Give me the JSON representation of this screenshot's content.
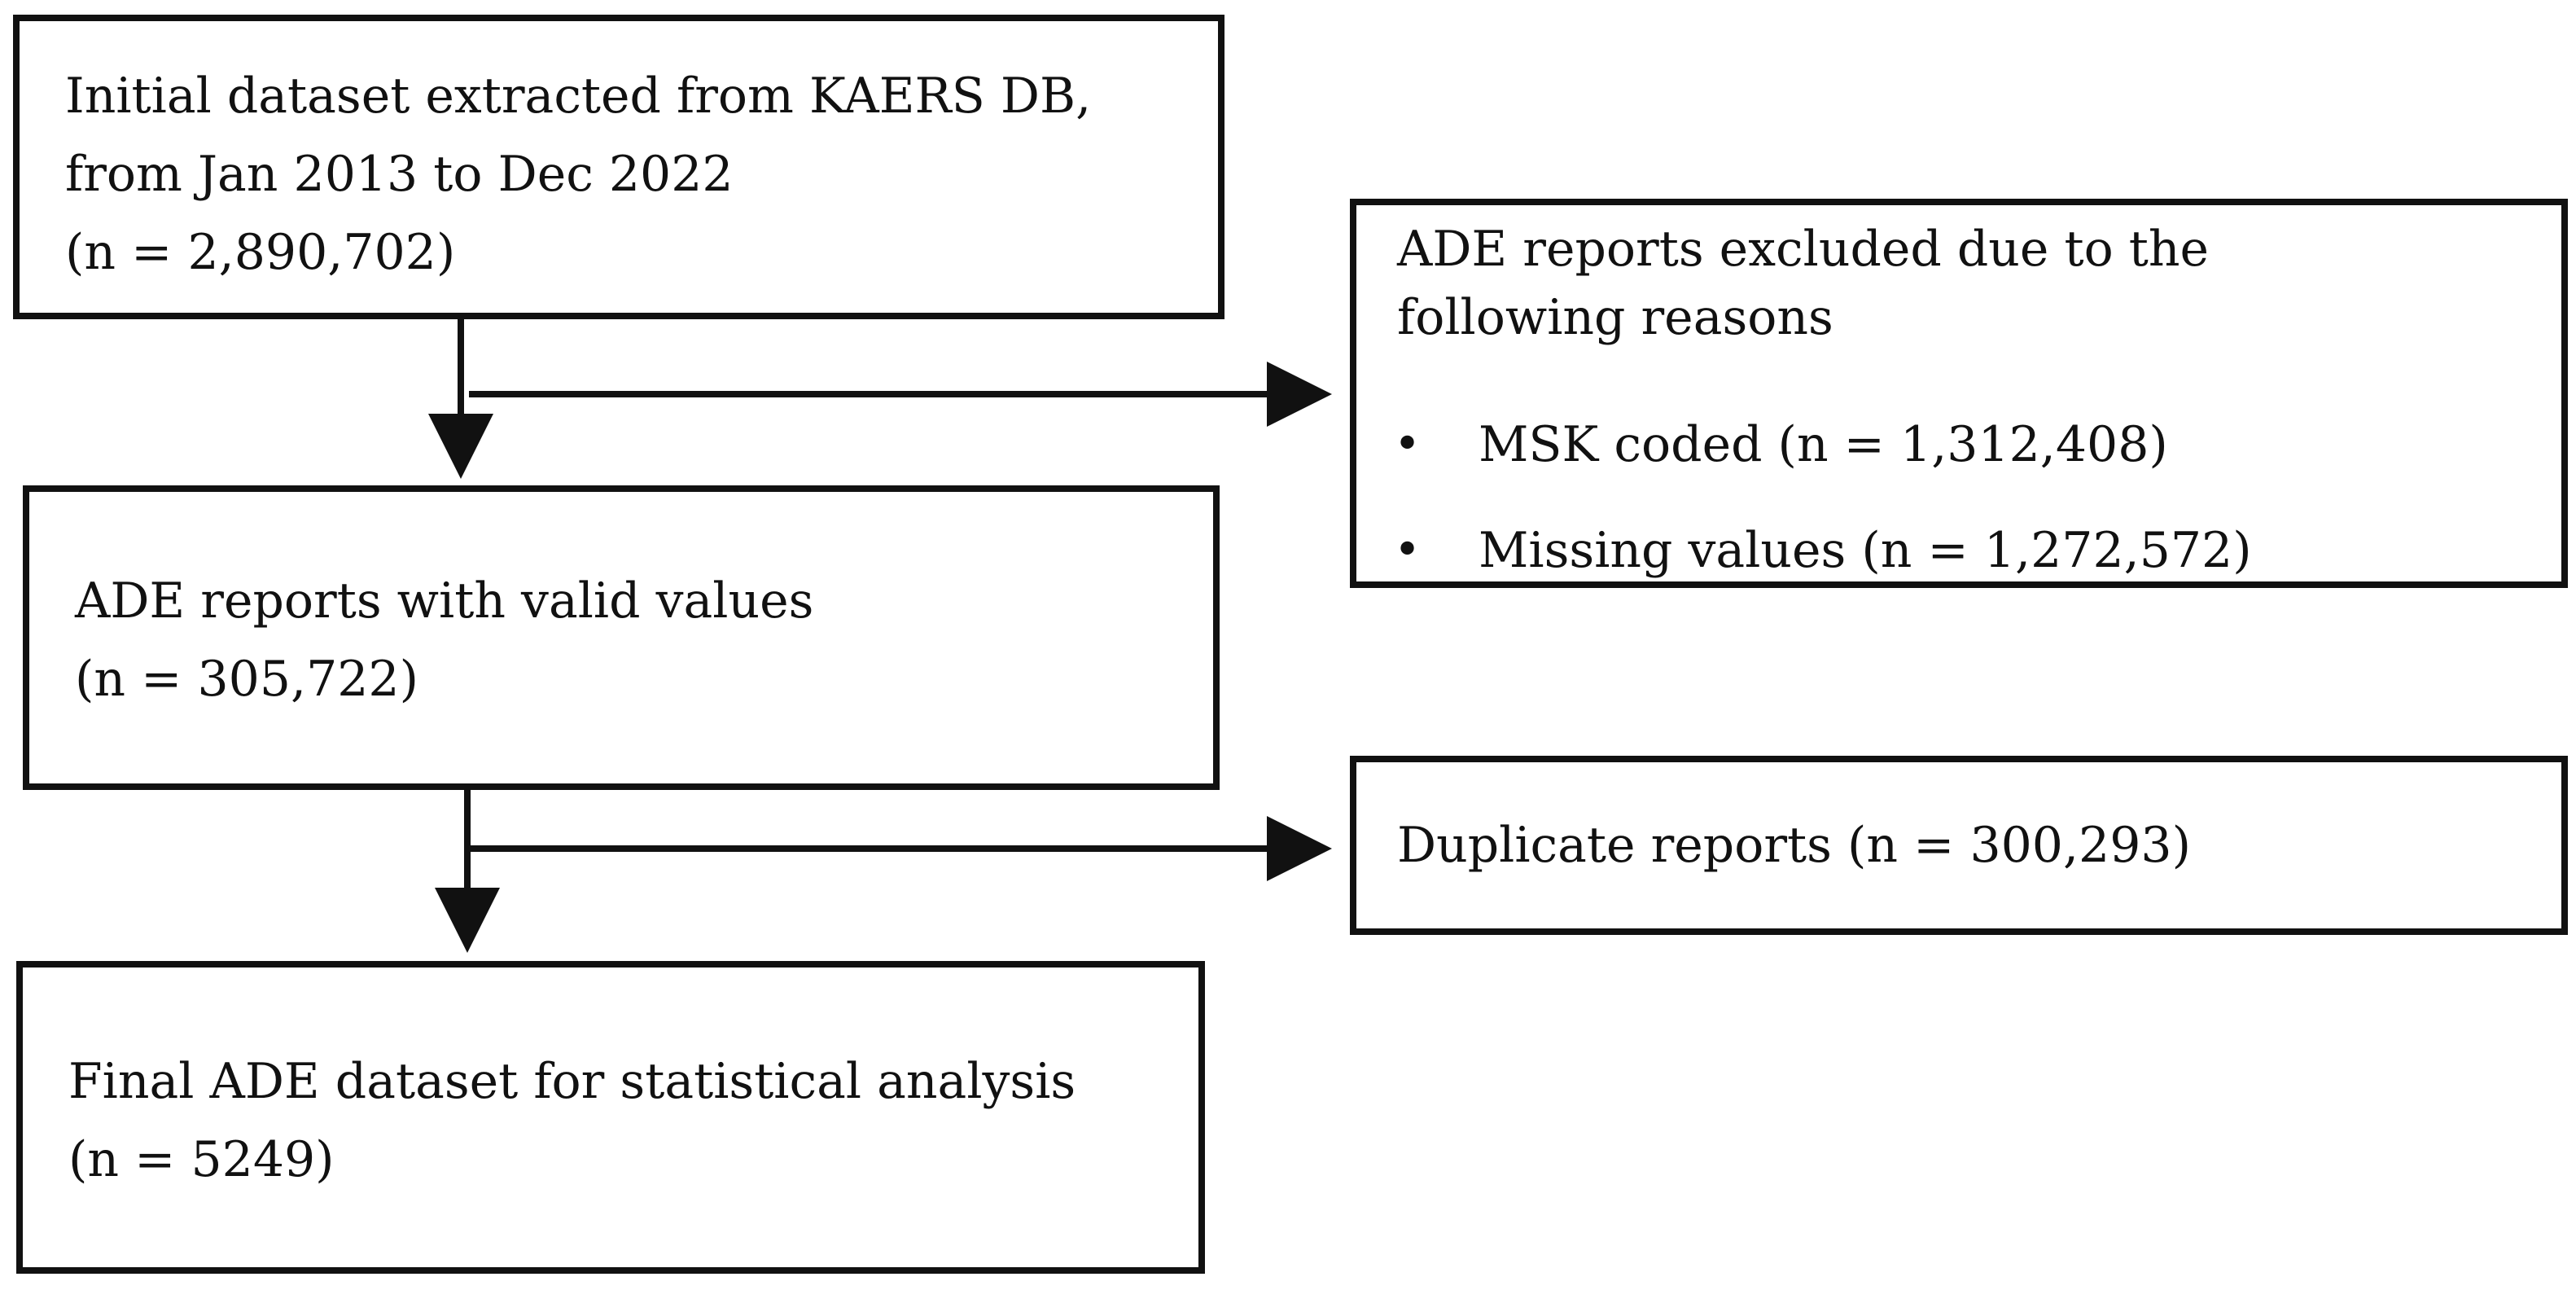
{
  "flowchart": {
    "initial": {
      "lines": [
        "Initial dataset extracted from KAERS DB,",
        "from Jan 2013 to Dec 2022",
        "(n = 2,890,702)"
      ]
    },
    "excluded": {
      "lines": [
        "ADE reports excluded due to the",
        "following reasons"
      ],
      "bullets": [
        "MSK coded (n = 1,312,408)",
        "Missing values (n = 1,272,572)"
      ]
    },
    "valid": {
      "lines": [
        "ADE reports with valid values",
        "(n = 305,722)"
      ]
    },
    "duplicate": {
      "text": "Duplicate reports (n = 300,293)"
    },
    "final": {
      "lines": [
        "Final ADE dataset for statistical analysis",
        "(n = 5249)"
      ]
    },
    "colors": {
      "stroke": "#111111",
      "text": "#111111",
      "background": "#ffffff"
    }
  }
}
